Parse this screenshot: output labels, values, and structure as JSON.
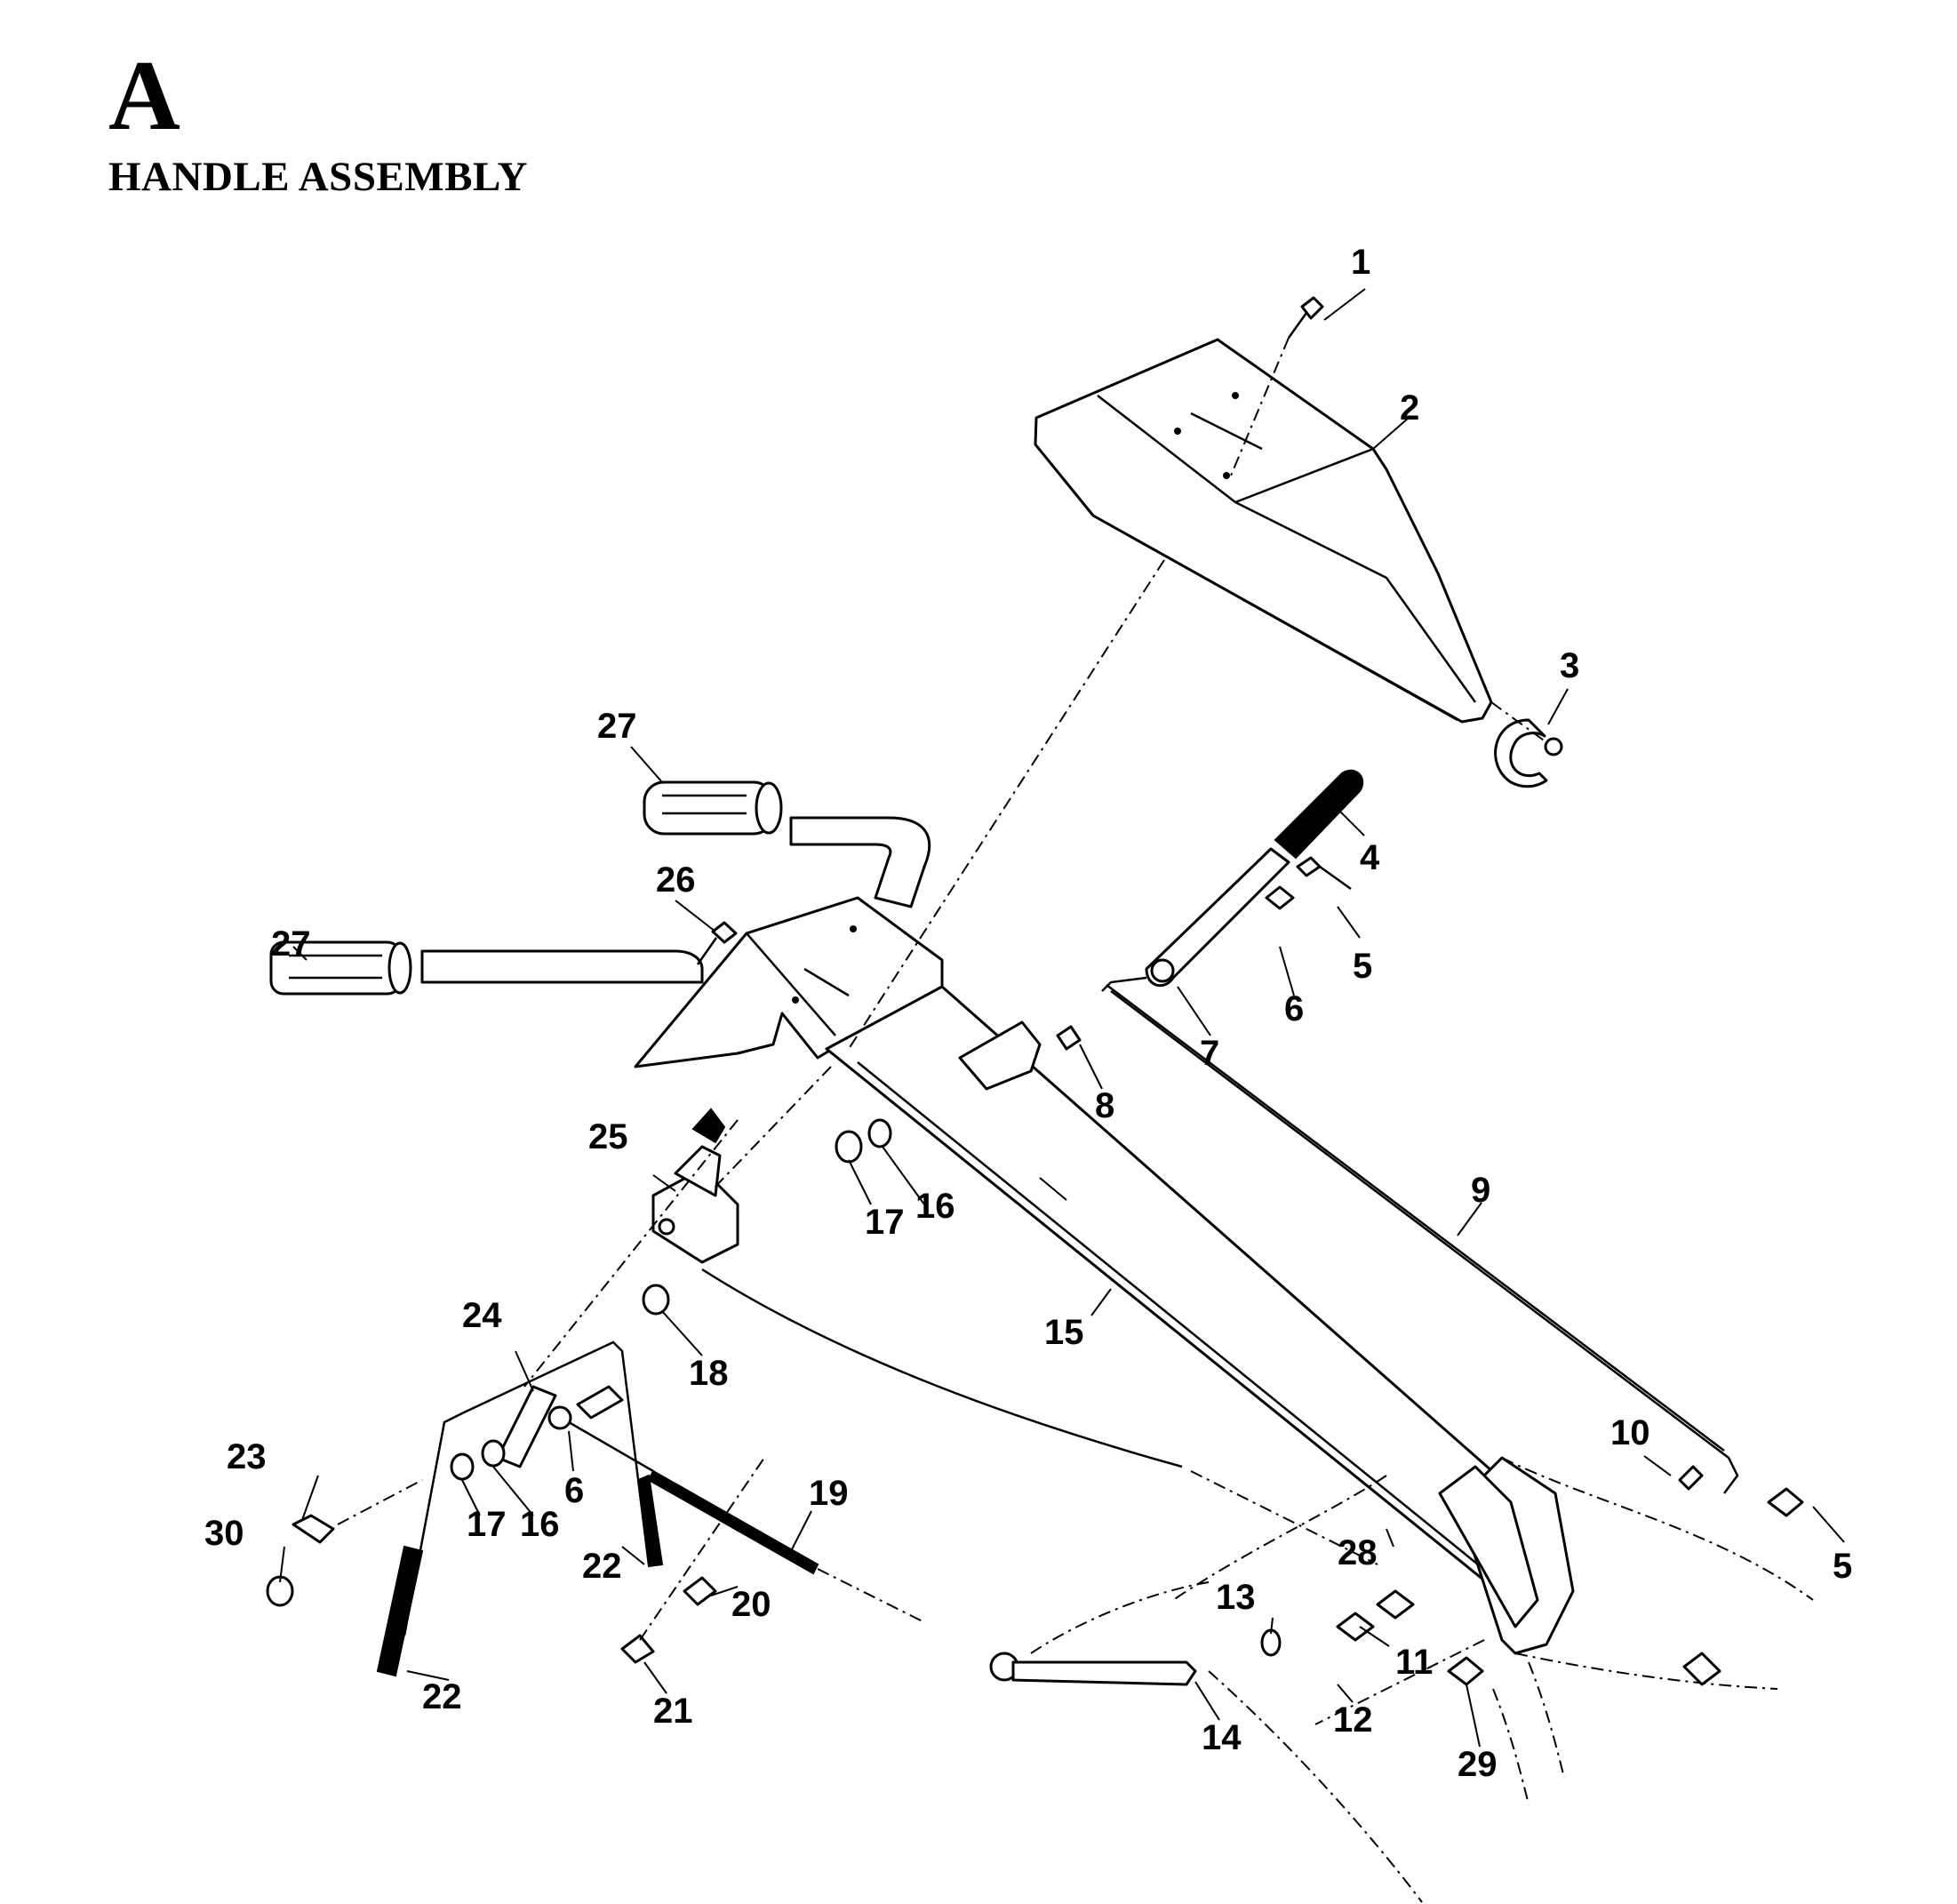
{
  "page": {
    "section_letter": "A",
    "title": "HANDLE ASSEMBLY"
  },
  "callouts": [
    {
      "id": "c1",
      "label": "1"
    },
    {
      "id": "c2",
      "label": "2"
    },
    {
      "id": "c3",
      "label": "3"
    },
    {
      "id": "c4",
      "label": "4"
    },
    {
      "id": "c5a",
      "label": "5"
    },
    {
      "id": "c6a",
      "label": "6"
    },
    {
      "id": "c7",
      "label": "7"
    },
    {
      "id": "c8",
      "label": "8"
    },
    {
      "id": "c9",
      "label": "9"
    },
    {
      "id": "c10",
      "label": "10"
    },
    {
      "id": "c5b",
      "label": "5"
    },
    {
      "id": "c11",
      "label": "11"
    },
    {
      "id": "c12",
      "label": "12"
    },
    {
      "id": "c13",
      "label": "13"
    },
    {
      "id": "c14",
      "label": "14"
    },
    {
      "id": "c15",
      "label": "15"
    },
    {
      "id": "c16a",
      "label": "16"
    },
    {
      "id": "c17a",
      "label": "17"
    },
    {
      "id": "c18",
      "label": "18"
    },
    {
      "id": "c19",
      "label": "19"
    },
    {
      "id": "c20",
      "label": "20"
    },
    {
      "id": "c21",
      "label": "21"
    },
    {
      "id": "c22a",
      "label": "22"
    },
    {
      "id": "c22b",
      "label": "22"
    },
    {
      "id": "c23",
      "label": "23"
    },
    {
      "id": "c24",
      "label": "24"
    },
    {
      "id": "c25",
      "label": "25"
    },
    {
      "id": "c26",
      "label": "26"
    },
    {
      "id": "c27a",
      "label": "27"
    },
    {
      "id": "c27b",
      "label": "27"
    },
    {
      "id": "c28",
      "label": "28"
    },
    {
      "id": "c29",
      "label": "29"
    },
    {
      "id": "c30",
      "label": "30"
    },
    {
      "id": "c6b",
      "label": "6"
    },
    {
      "id": "c16b",
      "label": "16"
    },
    {
      "id": "c17b",
      "label": "17"
    }
  ]
}
